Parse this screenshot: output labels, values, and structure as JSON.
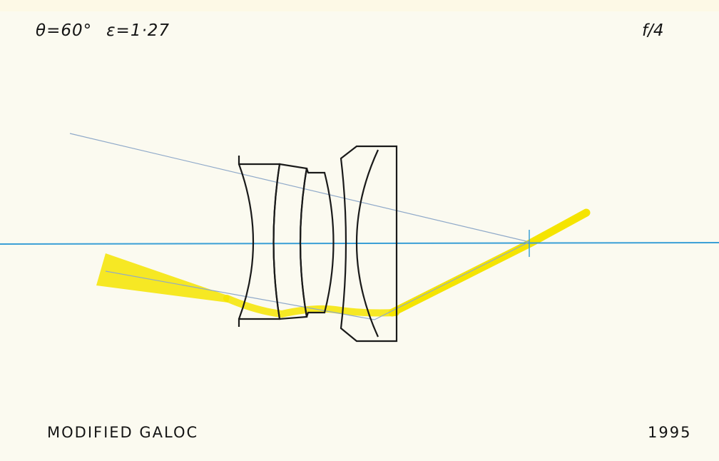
{
  "drawing": {
    "field_angle": "θ=60°",
    "epsilon": "ε=1·27",
    "f_number": "f/4",
    "design_name": "MODIFIED GALOC",
    "year": "1995"
  },
  "colors": {
    "paper": "#fbfaf0",
    "lens_outline": "#1a1a1a",
    "optical_axis": "#3a9fd6",
    "chief_ray": "#8fa9c9",
    "marginal_beam": "#f5e400"
  },
  "elements": [
    {
      "name": "negative-meniscus",
      "type": "lens"
    },
    {
      "name": "biconvex-front",
      "type": "lens"
    },
    {
      "name": "biconvex-middle",
      "type": "lens"
    },
    {
      "name": "rear-meniscus",
      "type": "lens"
    }
  ]
}
